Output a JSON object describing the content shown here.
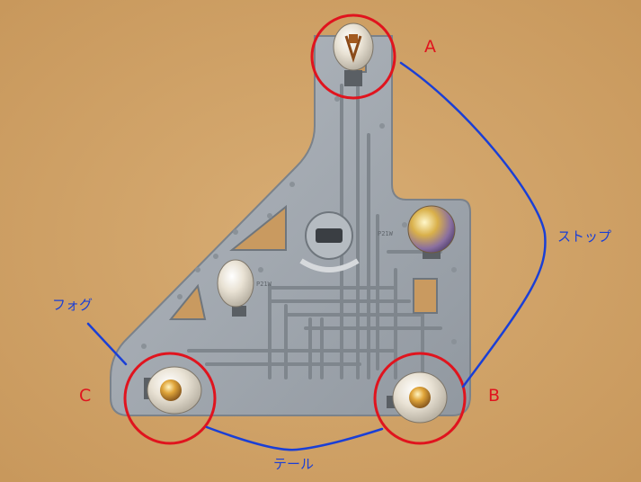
{
  "labels": {
    "a": "A",
    "b": "B",
    "c": "C",
    "stop": "ストップ",
    "fog": "フォグ",
    "tail": "テール"
  },
  "plate_markings": {
    "upper": "P21W",
    "lower": "P21W"
  },
  "colors": {
    "background": "#d3a76d",
    "plate": "#a5abb2",
    "plate_dark": "#7f868d",
    "circle_annotation": "#e0141e",
    "line_annotation": "#1a3fd6",
    "bulb_glass": "#e8e1d2",
    "bulb_filament": "#c07a2a",
    "bulb_gold": "#d8a93a"
  }
}
